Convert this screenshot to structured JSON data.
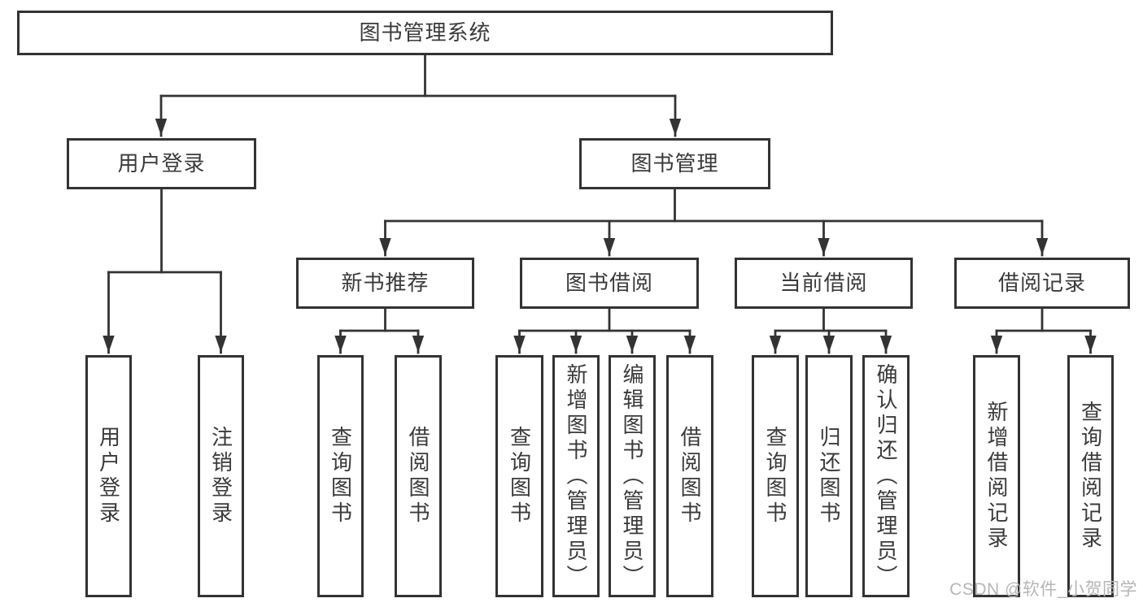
{
  "diagram": {
    "root": {
      "label": "图书管理系统"
    },
    "branches": [
      {
        "label": "用户登录",
        "children": [
          {
            "label": "用户登录"
          },
          {
            "label": "注销登录"
          }
        ]
      },
      {
        "label": "图书管理",
        "sections": [
          {
            "label": "新书推荐",
            "children": [
              {
                "label": "查询图书"
              },
              {
                "label": "借阅图书"
              }
            ]
          },
          {
            "label": "图书借阅",
            "children": [
              {
                "label": "查询图书"
              },
              {
                "label": "新增图书（管理员）"
              },
              {
                "label": "编辑图书（管理员）"
              },
              {
                "label": "借阅图书"
              }
            ]
          },
          {
            "label": "当前借阅",
            "children": [
              {
                "label": "查询图书"
              },
              {
                "label": "归还图书"
              },
              {
                "label": "确认归还（管理员）"
              }
            ]
          },
          {
            "label": "借阅记录",
            "children": [
              {
                "label": "新增借阅记录"
              },
              {
                "label": "查询借阅记录"
              }
            ]
          }
        ]
      }
    ],
    "watermark": "CSDN @软件_小贺同学",
    "colors": {
      "line": "#333333",
      "text": "#3a3a3a",
      "background": "#ffffff",
      "watermark": "#b6b6b6"
    }
  }
}
